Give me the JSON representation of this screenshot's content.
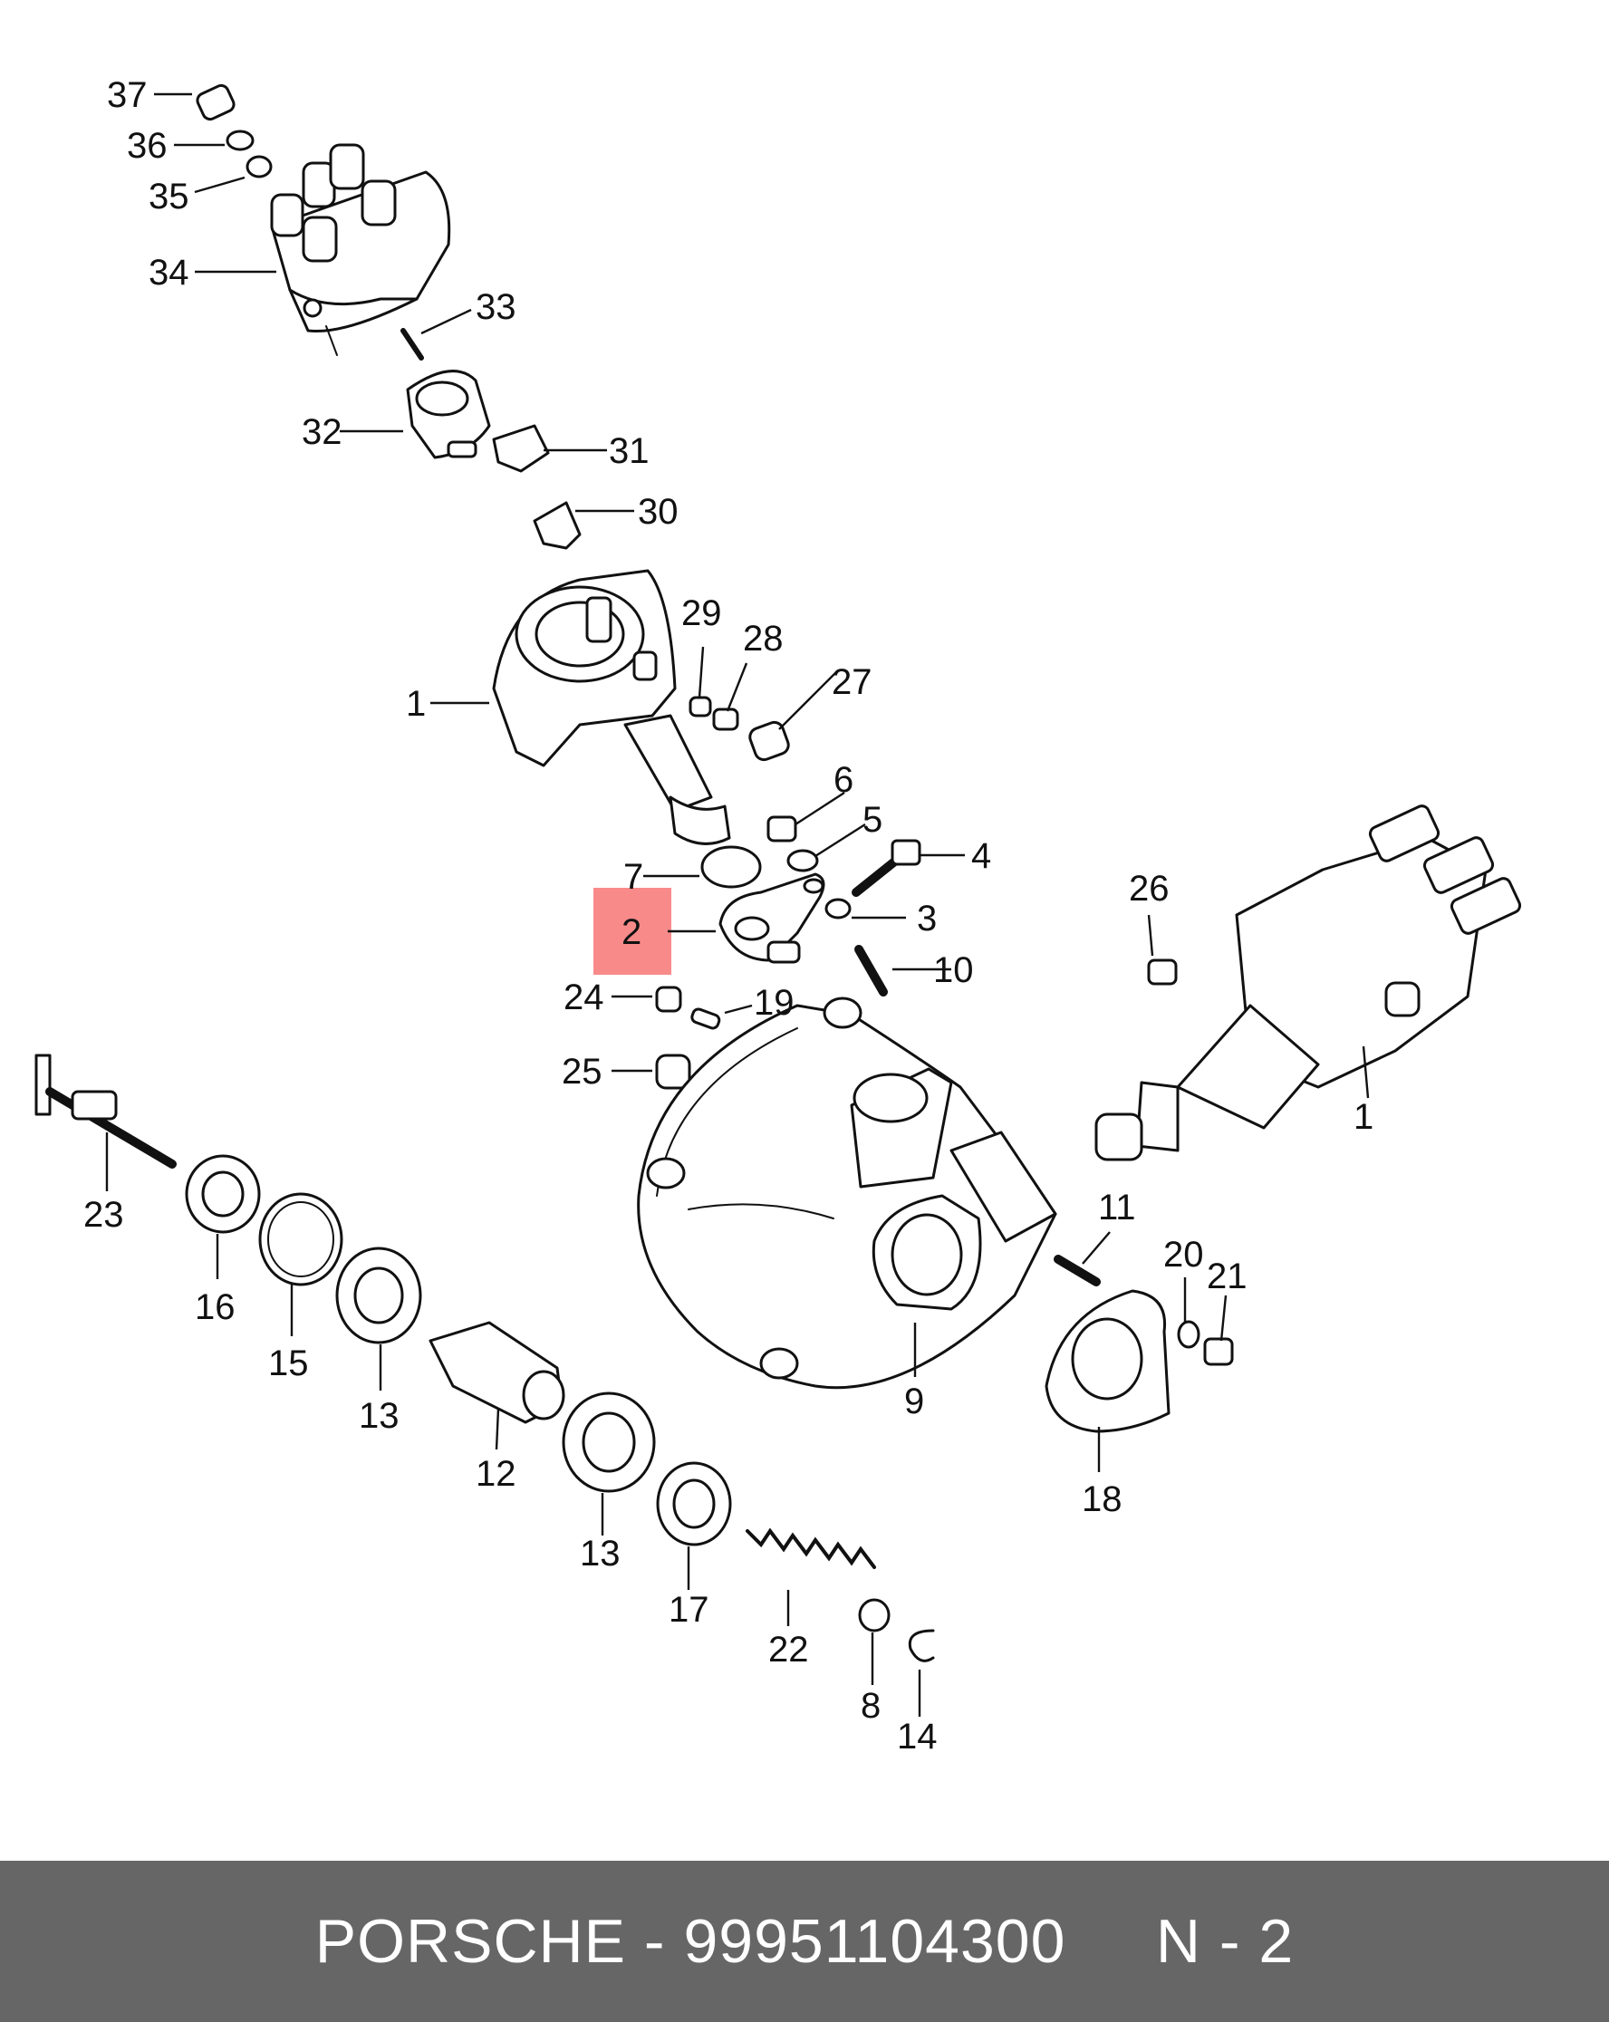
{
  "footer": {
    "brand": "PORSCHE",
    "separator": " - ",
    "part_number": "99951104300",
    "spacer": "     ",
    "ref_label": "N - 2"
  },
  "colors": {
    "footer_bg": "#666666",
    "footer_text": "#ffffff",
    "highlight": "#f88a8a",
    "line": "#111111"
  },
  "highlighted_callout": "2",
  "callouts": {
    "c1a": "1",
    "c1b": "1",
    "c2": "2",
    "c3": "3",
    "c4": "4",
    "c5": "5",
    "c6": "6",
    "c7": "7",
    "c8": "8",
    "c9": "9",
    "c10": "10",
    "c11": "11",
    "c12": "12",
    "c13a": "13",
    "c13b": "13",
    "c14": "14",
    "c15": "15",
    "c16": "16",
    "c17": "17",
    "c18": "18",
    "c19": "19",
    "c20": "20",
    "c21": "21",
    "c22": "22",
    "c23": "23",
    "c24": "24",
    "c25": "25",
    "c26": "26",
    "c27": "27",
    "c28": "28",
    "c29": "29",
    "c30": "30",
    "c31": "31",
    "c32": "32",
    "c33": "33",
    "c34": "34",
    "c35": "35",
    "c36": "36",
    "c37": "37"
  },
  "icons": {
    "distributor_cap": "distributor-cap-icon",
    "distributor_body": "distributor-body-icon",
    "gear_housing": "gear-housing-icon",
    "bearing": "ball-bearing-icon",
    "spring": "spring-icon"
  }
}
